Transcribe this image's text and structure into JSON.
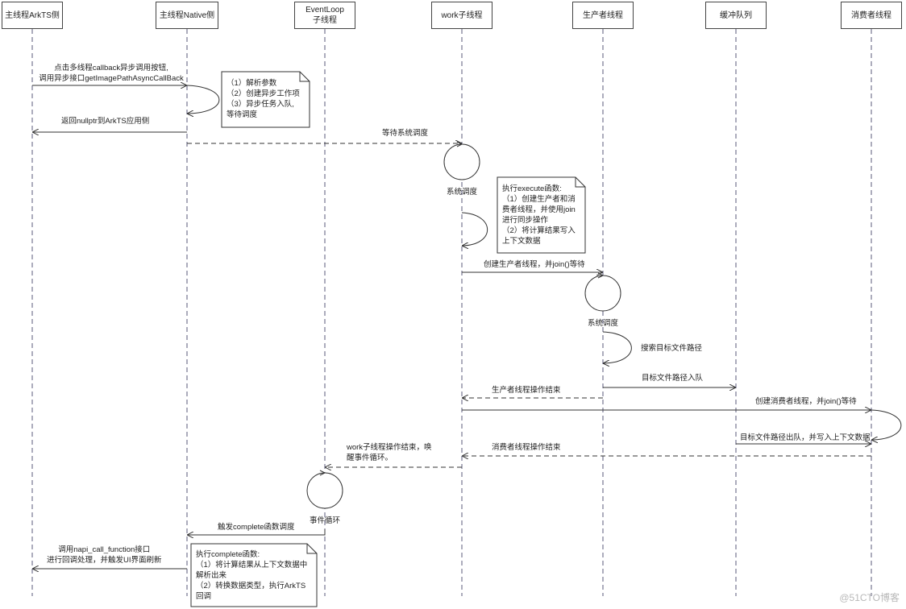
{
  "lifelines": [
    {
      "id": "arkts",
      "label": "主线程ArkTS侧"
    },
    {
      "id": "native",
      "label": "主线程Native侧"
    },
    {
      "id": "eventloop",
      "label": "EventLoop\n子线程"
    },
    {
      "id": "work",
      "label": "work子线程"
    },
    {
      "id": "producer",
      "label": "生产者线程"
    },
    {
      "id": "queue",
      "label": "缓冲队列"
    },
    {
      "id": "consumer",
      "label": "消费者线程"
    }
  ],
  "messages": {
    "m1": "点击多线程callback异步调用按钮,\n调用异步接口getImagePathAsyncCallBack",
    "m2": "返回nullptr到ArkTS应用侧",
    "m3": "等待系统调度",
    "m4": "创建生产者线程，并join()等待",
    "m5": "搜索目标文件路径",
    "m6": "目标文件路径入队",
    "m7": "生产者线程操作结束",
    "m8": "创建消费者线程，并join()等待",
    "m9": "目标文件路径出队，并写入上下文数据",
    "m10": "消费者线程操作结束",
    "m11": "work子线程操作结束，唤\n醒事件循环。",
    "m12": "触发complete函数调度",
    "m13": "调用napi_call_function接口\n进行回调处理，并触发UI界面刷新"
  },
  "circles": {
    "c1": "系统调度",
    "c2": "系统调度",
    "c3": "事件循环"
  },
  "notes": {
    "n1": "（1）解析参数\n（2）创建异步工作项\n（3）异步任务入队,\n等待调度",
    "n2": "执行execute函数:\n （1）创建生产者和消\n费者线程，并使用join\n进行同步操作\n （2）将计算结果写入\n上下文数据",
    "n3": "执行complete函数:\n（1）将计算结果从上下文数据中\n解析出来\n（2）转换数据类型，执行ArkTS\n回调"
  },
  "watermark": "@51CTO博客"
}
